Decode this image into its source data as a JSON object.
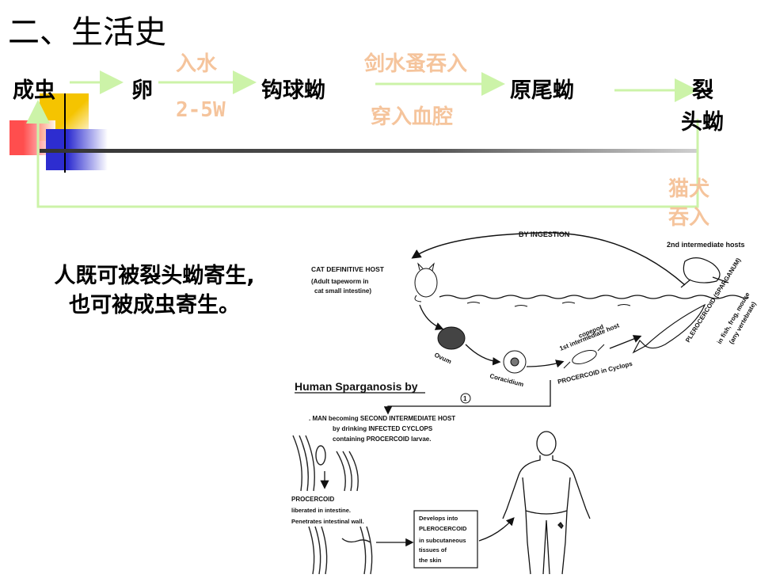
{
  "title": "二、生活史",
  "cycle": {
    "stages": [
      "成虫",
      "卵",
      "钩球蚴",
      "原尾蚴"
    ],
    "last_stage_line1": "裂",
    "last_stage_line2": "头蚴",
    "cond_egg_top": "入水",
    "cond_egg_bottom": "2-5W",
    "cond_cora_top": "剑水蚤吞入",
    "cond_cora_bottom": "穿入血腔",
    "cond_return_line1": "猫犬",
    "cond_return_line2": "吞入",
    "colors": {
      "arrow": "#ccf3a8",
      "condition": "#f5c49c",
      "accent_yellow": "#f5c400",
      "accent_red": "#ff4444",
      "accent_blue": "#2d2dd0"
    }
  },
  "statement": {
    "line1": "人既可被裂头蚴寄生,",
    "line2": "也可被成虫寄生。"
  },
  "figure": {
    "by_ingestion": "BY INGESTION",
    "second_hosts": "2nd intermediate hosts",
    "cat_host": "CAT DEFINITIVE HOST",
    "cat_note1": "(Adult tapeworm in",
    "cat_note2": "cat small intestine)",
    "ovum": "Ovum",
    "coracidium": "Coracidium",
    "copepod1": "copepod",
    "copepod2": "1st intermediate host",
    "procercoid_cyclops": "PROCERCOID in Cyclops",
    "plerocercoid": "PLEROCERCOID (SPARGANUM)",
    "fish_hosts1": "in fish, frog, mouse",
    "fish_hosts2": "(any vertebrate)",
    "human_heading": "Human Sparganosis by",
    "circle_num": "1",
    "man_line1": ". MAN becoming SECOND INTERMEDIATE HOST",
    "man_line2": "by drinking INFECTED CYCLOPS",
    "man_line3": "containing PROCERCOID larvae.",
    "proc_label": "PROCERCOID",
    "proc_line2": "liberated in intestine.",
    "proc_line3": "Penetrates intestinal wall.",
    "box_line1": "Develops into",
    "box_line2": "PLEROCERCOID",
    "box_line3": "in subcutaneous",
    "box_line4": "tissues of",
    "box_line5": "the skin"
  }
}
